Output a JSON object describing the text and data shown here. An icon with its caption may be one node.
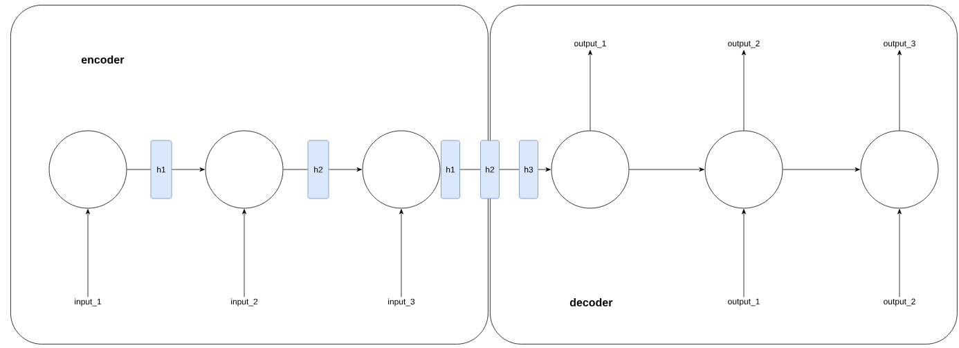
{
  "diagram": {
    "nodes": [
      {
        "text": [
          "encoder"
        ]
      },
      {
        "text": [],
        "shape": "circle",
        "in": 0
      },
      {
        "text": [
          "h1"
        ],
        "in": 0
      },
      {
        "text": [],
        "shape": "circle",
        "in": 0
      },
      {
        "text": [
          "h2"
        ],
        "in": 0
      },
      {
        "text": [],
        "shape": "circle",
        "in": 0
      },
      {
        "text": [
          "h1"
        ],
        "in": 0
      },
      {
        "text": [
          "input_1"
        ],
        "in": 0
      },
      {
        "text": [
          "input_2"
        ],
        "in": 0
      },
      {
        "text": [
          "input_3"
        ],
        "in": 0
      },
      {
        "text": [
          "h2"
        ]
      },
      {
        "text": [
          "decoder"
        ]
      },
      {
        "text": [
          "h3"
        ],
        "in": 11
      },
      {
        "text": [],
        "shape": "circle",
        "in": 11
      },
      {
        "text": [],
        "shape": "circle",
        "in": 11
      },
      {
        "text": [],
        "shape": "circle",
        "in": 11
      },
      {
        "text": [
          "output_1"
        ],
        "in": 11
      },
      {
        "text": [
          "output_2"
        ],
        "in": 11
      },
      {
        "text": [
          "output_3"
        ],
        "in": 11
      },
      {
        "text": [
          "output_1"
        ],
        "in": 11
      },
      {
        "text": [
          "output_2"
        ],
        "in": 11
      }
    ],
    "edges": [
      {
        "from": 1,
        "to": 2,
        "arrow": "none"
      },
      {
        "from": 2,
        "to": 3,
        "arrow": "to"
      },
      {
        "from": 3,
        "to": 4,
        "arrow": "none"
      },
      {
        "from": 4,
        "to": 5,
        "arrow": "to"
      },
      {
        "from": 6,
        "to": 10,
        "arrow": "none"
      },
      {
        "from": 10,
        "to": 12,
        "arrow": "none"
      },
      {
        "from": 12,
        "to": 13,
        "arrow": "to"
      },
      {
        "from": 13,
        "to": 14,
        "arrow": "to"
      },
      {
        "from": 14,
        "to": 15,
        "arrow": "to"
      },
      {
        "from": 7,
        "to": 1,
        "arrow": "to"
      },
      {
        "from": 8,
        "to": 3,
        "arrow": "to"
      },
      {
        "from": 9,
        "to": 5,
        "arrow": "to"
      },
      {
        "from": 13,
        "to": 16,
        "arrow": "to"
      },
      {
        "from": 14,
        "to": 17,
        "arrow": "to"
      },
      {
        "from": 15,
        "to": 18,
        "arrow": "to"
      },
      {
        "from": 19,
        "to": 14,
        "arrow": "to"
      },
      {
        "from": 20,
        "to": 15,
        "arrow": "to"
      }
    ]
  }
}
